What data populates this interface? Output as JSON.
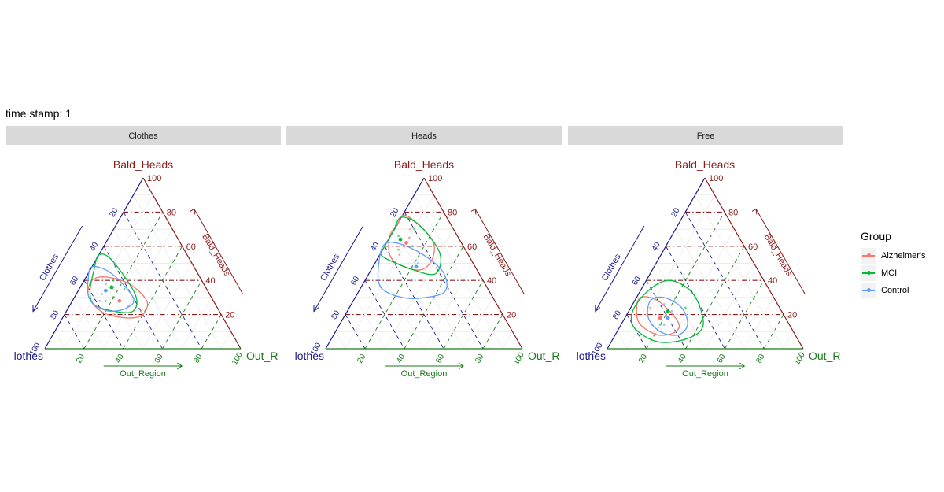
{
  "title": "time stamp: 1",
  "legend": {
    "title": "Group",
    "items": [
      {
        "label": "Alzheimer's",
        "color": "#F8766D"
      },
      {
        "label": "MCI",
        "color": "#00BA38"
      },
      {
        "label": "Control",
        "color": "#619CFF"
      }
    ]
  },
  "axes": {
    "top": "Bald_Heads",
    "left": "lothes",
    "right": "Out_R",
    "left_arrow": "Clothes",
    "right_arrow": "Bald_Heads",
    "bottom_arrow": "Out_Region"
  },
  "colors": {
    "clothes_axis": "#1a1a8c",
    "heads_axis": "#8b1a1a",
    "out_axis": "#1a7a1a",
    "strip": "#d9d9d9"
  },
  "ticks": [
    "20",
    "40",
    "60",
    "80",
    "100"
  ],
  "chart_data": [
    {
      "type": "scatter",
      "panel": "Clothes",
      "units": "percent (Clothes, Bald_Heads, Out_Region)",
      "series": [
        {
          "name": "Alzheimer's",
          "centroid": [
            48,
            28,
            24
          ],
          "contour": [
            [
              62,
              25,
              13
            ],
            [
              58,
              20,
              22
            ],
            [
              48,
              18,
              34
            ],
            [
              40,
              20,
              40
            ],
            [
              34,
              28,
              38
            ],
            [
              38,
              38,
              24
            ],
            [
              48,
              42,
              10
            ],
            [
              56,
              40,
              4
            ],
            [
              62,
              32,
              6
            ]
          ],
          "points": [
            [
              55,
              20,
              25
            ],
            [
              45,
              25,
              30
            ],
            [
              50,
              30,
              20
            ],
            [
              40,
              22,
              38
            ],
            [
              60,
              24,
              16
            ],
            [
              48,
              35,
              17
            ]
          ]
        },
        {
          "name": "MCI",
          "centroid": [
            48,
            36,
            16
          ],
          "contour": [
            [
              62,
              26,
              12
            ],
            [
              54,
              22,
              24
            ],
            [
              44,
              22,
              34
            ],
            [
              38,
              32,
              30
            ],
            [
              40,
              52,
              8
            ],
            [
              46,
              56,
              -2
            ],
            [
              52,
              46,
              2
            ],
            [
              60,
              34,
              6
            ]
          ],
          "points": [
            [
              50,
              30,
              20
            ],
            [
              45,
              40,
              15
            ],
            [
              42,
              35,
              23
            ],
            [
              55,
              28,
              17
            ],
            [
              40,
              48,
              12
            ]
          ]
        },
        {
          "name": "Control",
          "centroid": [
            52,
            34,
            14
          ],
          "contour": [
            [
              62,
              26,
              12
            ],
            [
              56,
              22,
              22
            ],
            [
              46,
              24,
              30
            ],
            [
              40,
              30,
              30
            ],
            [
              44,
              44,
              12
            ],
            [
              52,
              48,
              0
            ],
            [
              58,
              40,
              2
            ],
            [
              62,
              32,
              6
            ]
          ],
          "points": [
            [
              55,
              32,
              13
            ],
            [
              50,
              38,
              12
            ],
            [
              58,
              28,
              14
            ],
            [
              47,
              36,
              17
            ]
          ]
        }
      ]
    },
    {
      "type": "scatter",
      "panel": "Heads",
      "units": "percent (Clothes, Bald_Heads, Out_Region)",
      "series": [
        {
          "name": "Alzheimer's",
          "centroid": [
            28,
            62,
            10
          ],
          "contour": [
            [
              40,
              52,
              8
            ],
            [
              30,
              46,
              24
            ],
            [
              20,
              52,
              28
            ],
            [
              14,
              64,
              22
            ],
            [
              20,
              78,
              2
            ],
            [
              28,
              76,
              -4
            ],
            [
              36,
              66,
              -2
            ]
          ],
          "points": [
            [
              30,
              60,
              10
            ],
            [
              25,
              65,
              10
            ],
            [
              35,
              55,
              10
            ],
            [
              22,
              70,
              8
            ]
          ]
        },
        {
          "name": "MCI",
          "centroid": [
            30,
            64,
            6
          ],
          "contour": [
            [
              44,
              54,
              2
            ],
            [
              32,
              46,
              22
            ],
            [
              22,
              44,
              34
            ],
            [
              14,
              56,
              30
            ],
            [
              16,
              72,
              12
            ],
            [
              24,
              80,
              -4
            ],
            [
              34,
              74,
              -8
            ],
            [
              42,
              62,
              -4
            ]
          ],
          "points": [
            [
              30,
              66,
              4
            ],
            [
              26,
              60,
              14
            ],
            [
              34,
              58,
              8
            ],
            [
              20,
              70,
              10
            ],
            [
              28,
              74,
              -2
            ]
          ]
        },
        {
          "name": "Control",
          "centroid": [
            30,
            48,
            22
          ],
          "contour": [
            [
              54,
              36,
              10
            ],
            [
              46,
              30,
              24
            ],
            [
              34,
              30,
              36
            ],
            [
              22,
              34,
              44
            ],
            [
              18,
              46,
              36
            ],
            [
              26,
              58,
              16
            ],
            [
              38,
              62,
              0
            ],
            [
              48,
              50,
              2
            ]
          ],
          "points": [
            [
              32,
              48,
              20
            ],
            [
              40,
              44,
              16
            ],
            [
              28,
              50,
              22
            ],
            [
              36,
              40,
              24
            ]
          ]
        }
      ]
    },
    {
      "type": "scatter",
      "panel": "Free",
      "units": "percent (Clothes, Bald_Heads, Out_Region)",
      "series": [
        {
          "name": "Alzheimer's",
          "centroid": [
            64,
            18,
            18
          ],
          "contour": [
            [
              76,
              14,
              10
            ],
            [
              70,
              8,
              22
            ],
            [
              60,
              10,
              30
            ],
            [
              56,
              16,
              28
            ],
            [
              60,
              28,
              12
            ],
            [
              68,
              30,
              2
            ],
            [
              74,
              22,
              4
            ]
          ],
          "points": [
            [
              64,
              18,
              18
            ],
            [
              70,
              14,
              16
            ],
            [
              60,
              20,
              20
            ],
            [
              66,
              24,
              10
            ]
          ]
        },
        {
          "name": "MCI",
          "centroid": [
            58,
            22,
            20
          ],
          "contour": [
            [
              80,
              12,
              8
            ],
            [
              72,
              4,
              24
            ],
            [
              56,
              6,
              38
            ],
            [
              44,
              14,
              42
            ],
            [
              40,
              32,
              28
            ],
            [
              48,
              40,
              12
            ],
            [
              62,
              34,
              4
            ],
            [
              76,
              22,
              2
            ]
          ],
          "points": [
            [
              58,
              22,
              20
            ],
            [
              52,
              28,
              20
            ],
            [
              66,
              14,
              20
            ],
            [
              48,
              24,
              28
            ],
            [
              60,
              30,
              10
            ]
          ]
        },
        {
          "name": "Control",
          "centroid": [
            60,
            18,
            22
          ],
          "contour": [
            [
              68,
              10,
              22
            ],
            [
              60,
              8,
              32
            ],
            [
              52,
              14,
              34
            ],
            [
              50,
              24,
              26
            ],
            [
              56,
              30,
              14
            ],
            [
              64,
              28,
              8
            ],
            [
              70,
              18,
              12
            ]
          ],
          "points": [
            [
              60,
              18,
              22
            ],
            [
              56,
              22,
              22
            ],
            [
              64,
              14,
              22
            ],
            [
              58,
              26,
              16
            ]
          ]
        }
      ]
    }
  ],
  "panels": [
    {
      "strip": "Clothes"
    },
    {
      "strip": "Heads"
    },
    {
      "strip": "Free"
    }
  ]
}
